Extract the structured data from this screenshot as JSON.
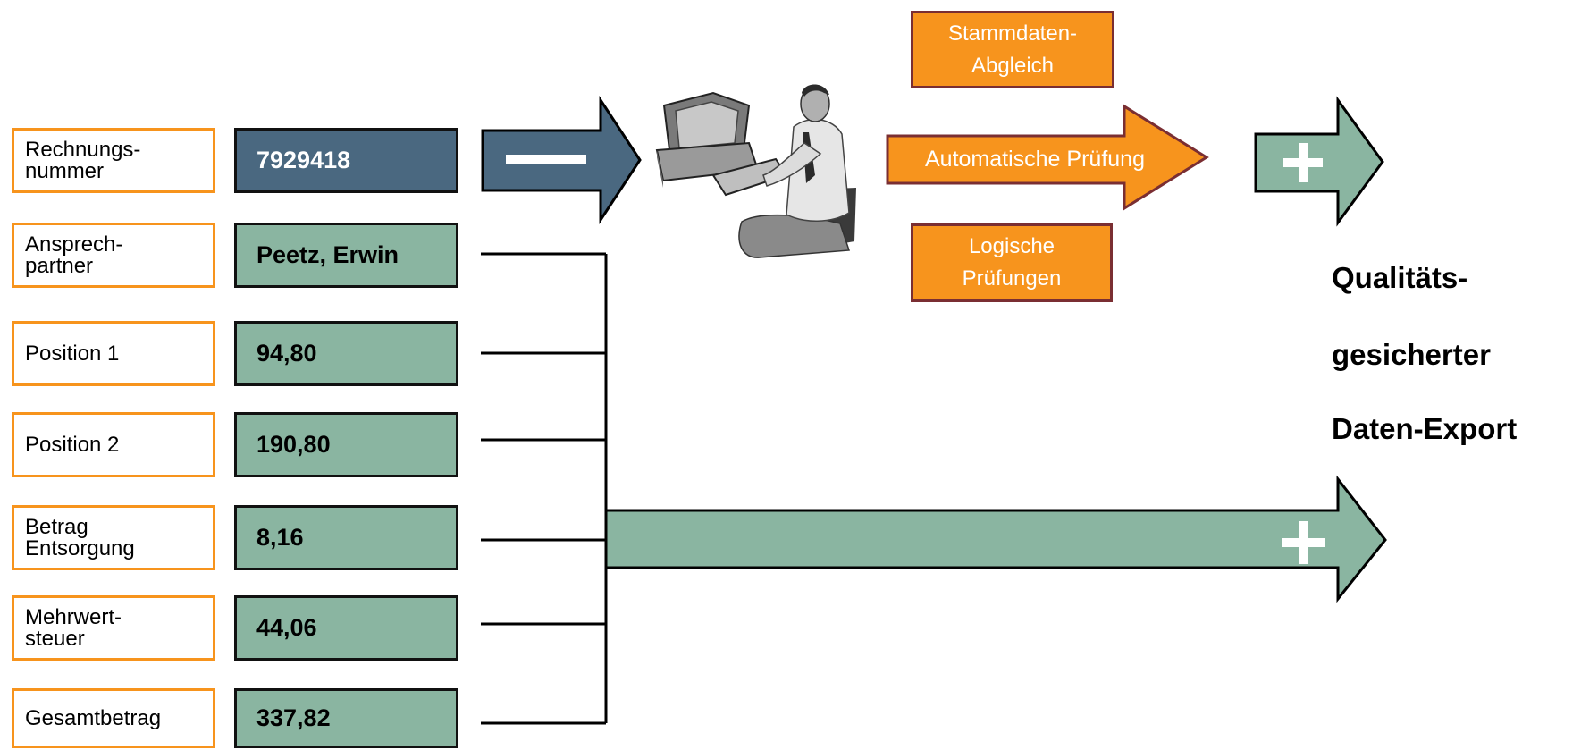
{
  "fields": [
    {
      "label": "Rechnungs-\nnummer",
      "value": "7929418"
    },
    {
      "label": "Ansprech-\npartner",
      "value": "Peetz, Erwin"
    },
    {
      "label": "Position 1",
      "value": "94,80"
    },
    {
      "label": "Position 2",
      "value": "190,80"
    },
    {
      "label": "Betrag\nEntsorgung",
      "value": "8,16"
    },
    {
      "label": "Mehrwert-\nsteuer",
      "value": "44,06"
    },
    {
      "label": "Gesamtbetrag",
      "value": "337,82"
    }
  ],
  "checks": {
    "master_data": "Stammdaten-\nAbgleich",
    "automatic": "Automatische Prüfung",
    "logical": "Logische\nPrüfungen"
  },
  "result": {
    "line1": "Qualitäts-",
    "line2": "gesicherter",
    "line3": "Daten-Export"
  },
  "colors": {
    "label_border": "#f7941d",
    "value_fill": "#8ab5a1",
    "value_dark": "#4a6880",
    "check_fill": "#f7941d",
    "check_border": "#7a2e32"
  },
  "icons": [
    "minus-icon",
    "plus-icon",
    "computer-user-icon"
  ]
}
